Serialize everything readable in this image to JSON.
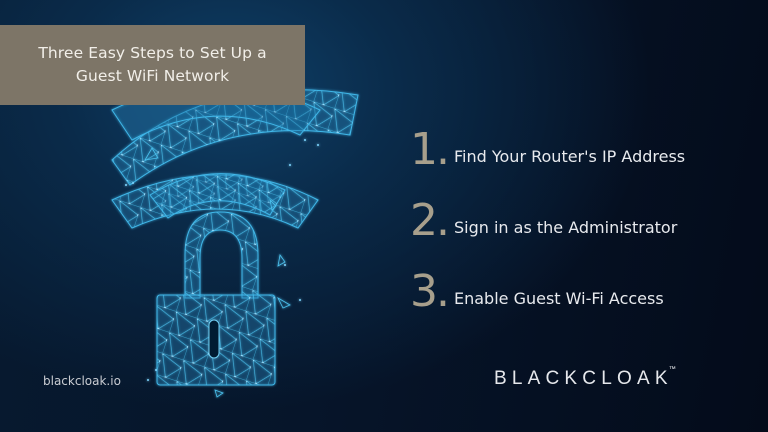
{
  "title_box": {
    "line1": "Three Easy Steps to Set Up a",
    "line2": "Guest WiFi Network",
    "background_color": "#7d7567"
  },
  "illustration": {
    "description": "Low-poly glowing network mesh of a WiFi signal icon above a padlock",
    "icon": "wifi-lock-mesh-icon",
    "accent_color": "#3fb6e8"
  },
  "steps": [
    {
      "number": "1",
      "text": "Find Your Router's IP Address"
    },
    {
      "number": "2",
      "text": "Sign in as the Administrator"
    },
    {
      "number": "3",
      "text": "Enable Guest Wi-Fi Access"
    }
  ],
  "footer": {
    "url": "blackcloak.io",
    "brand": "BLACKCLOAK",
    "trademark": "™"
  },
  "colors": {
    "number_color": "#a79f8c",
    "text_color": "#e8eaee",
    "background_dark": "#040b1a",
    "background_glow": "#0f4068"
  }
}
